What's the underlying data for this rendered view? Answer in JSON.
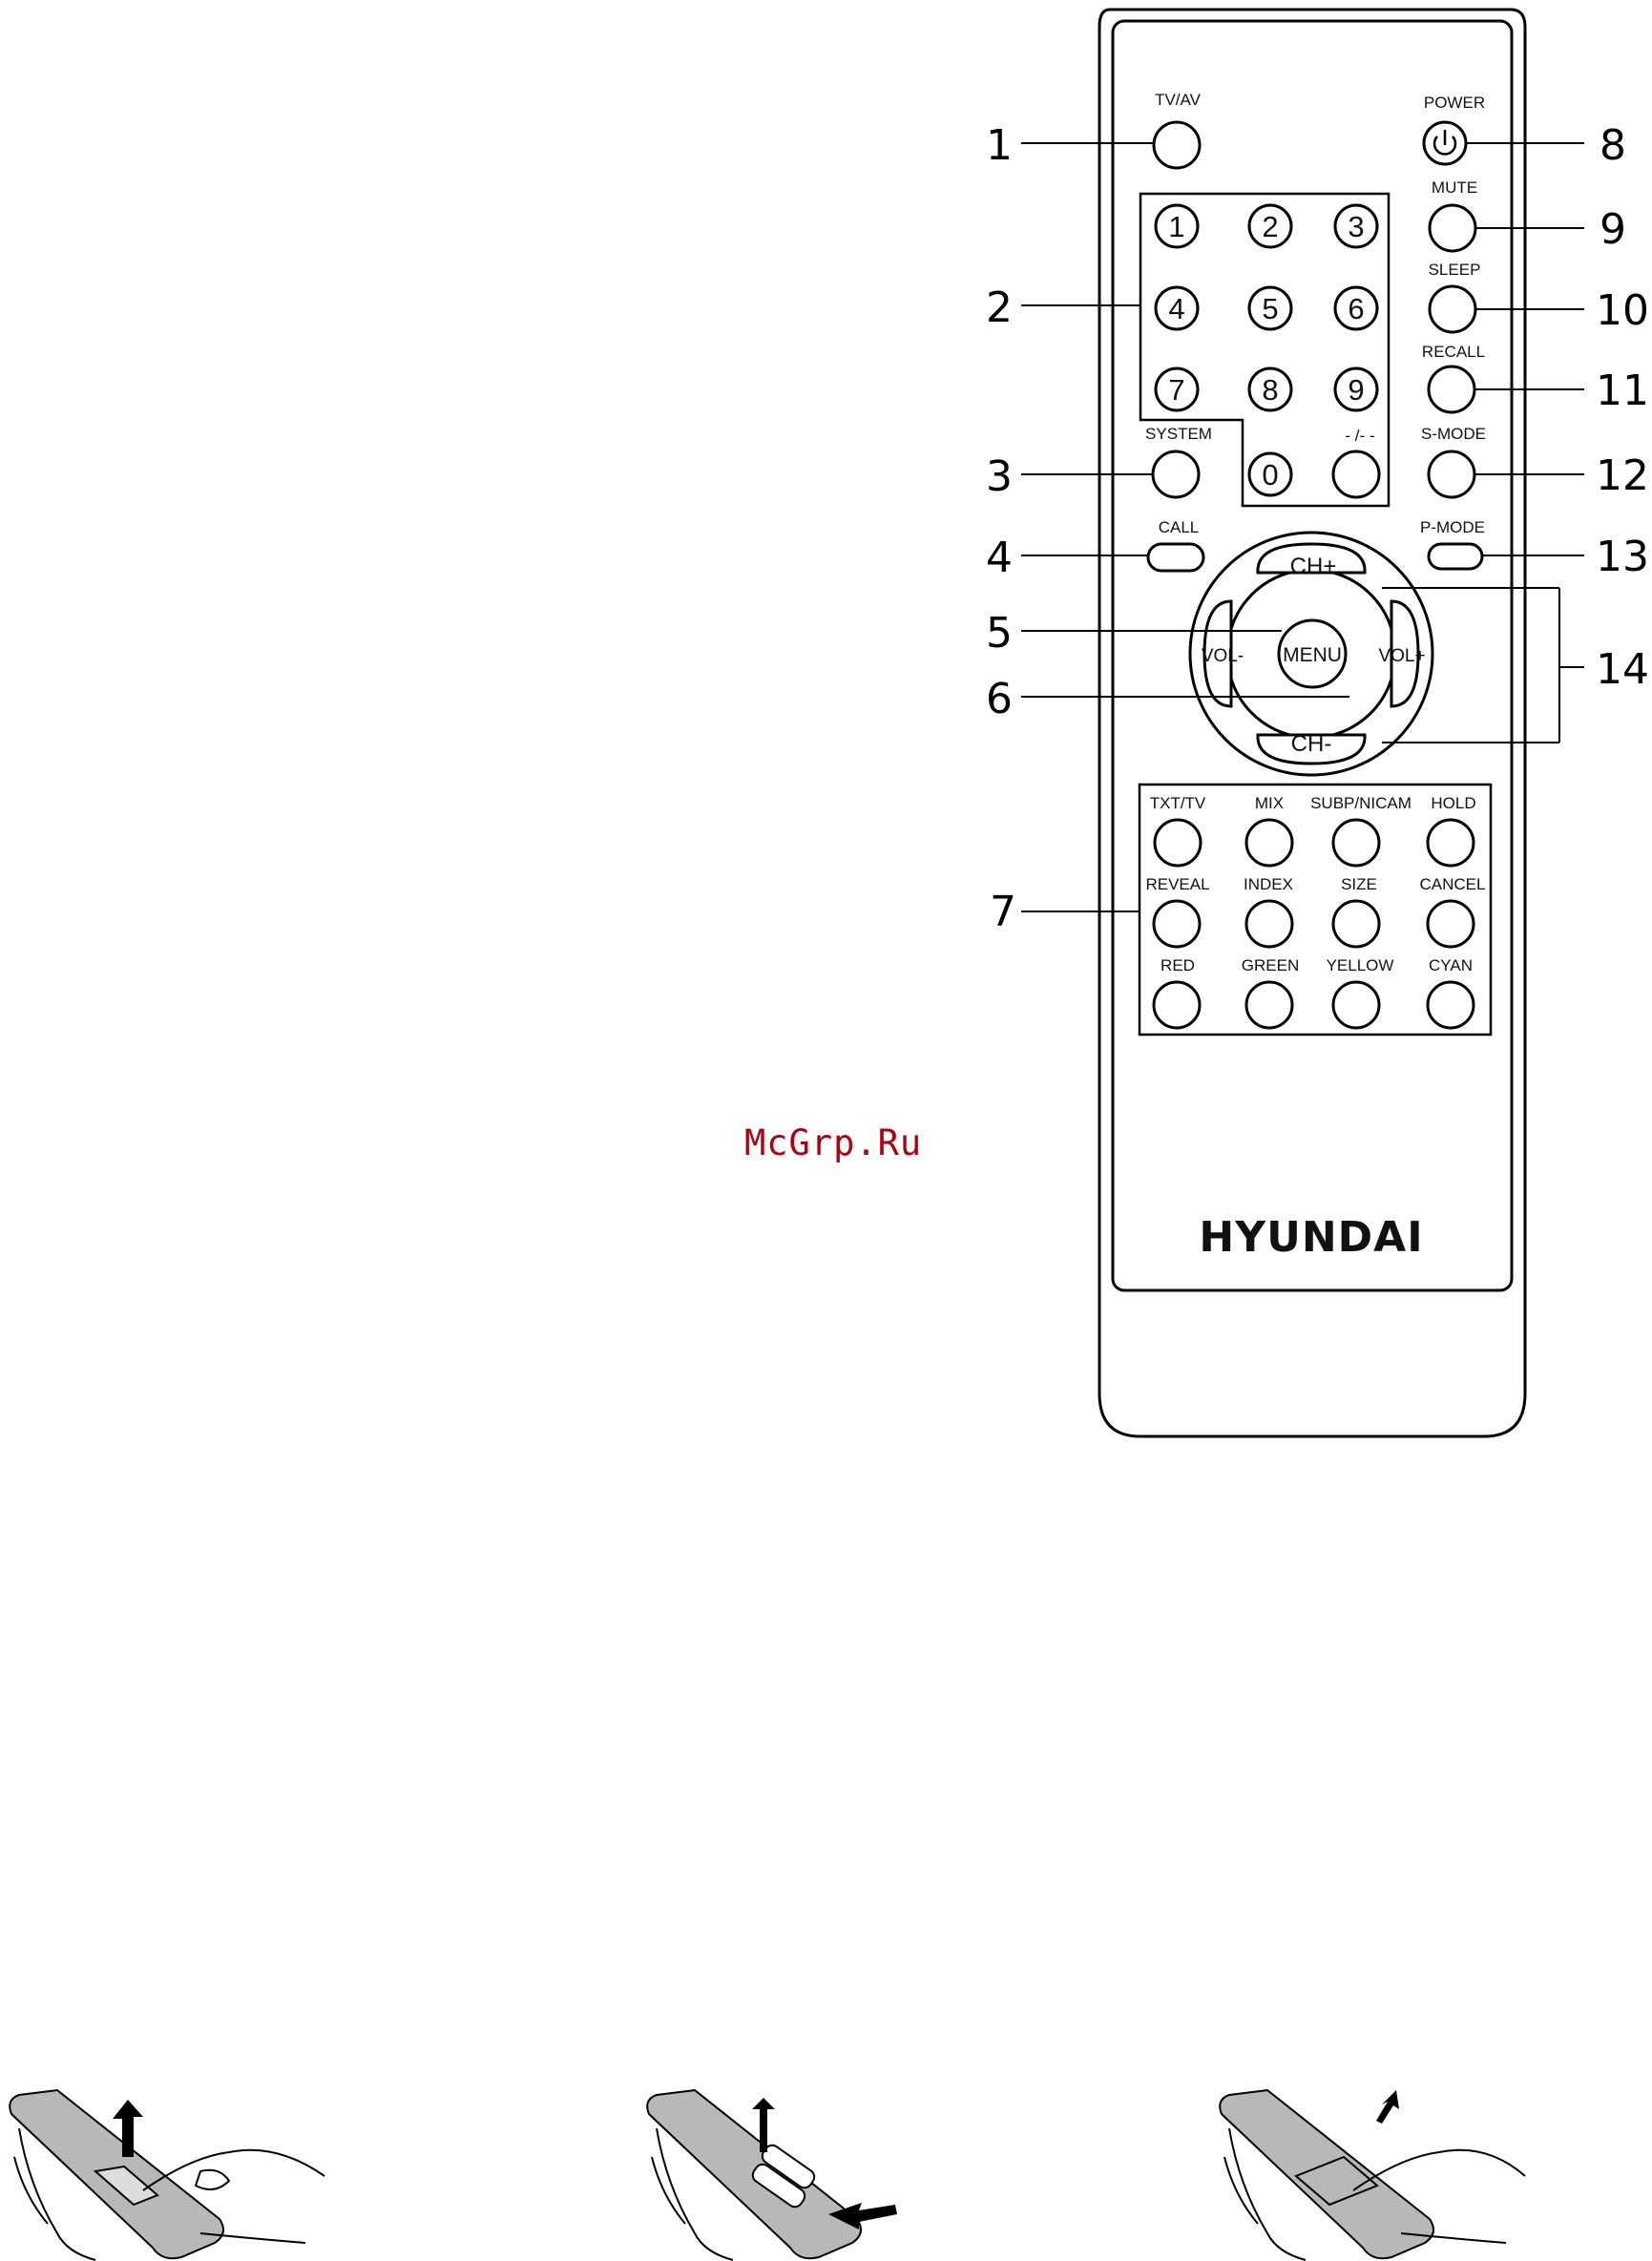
{
  "remote": {
    "buttons": {
      "tv_av": "TV/AV",
      "power": "POWER",
      "mute": "MUTE",
      "sleep": "SLEEP",
      "recall": "RECALL",
      "s_mode": "S-MODE",
      "p_mode": "P-MODE",
      "system": "SYSTEM",
      "call": "CALL",
      "dash": "- /- -",
      "digits": [
        "1",
        "2",
        "3",
        "4",
        "5",
        "6",
        "7",
        "8",
        "9",
        "0"
      ],
      "ch_plus": "CH+",
      "ch_minus": "CH-",
      "vol_minus": "VOL-",
      "vol_plus": "VOL+",
      "menu": "MENU",
      "teletext": [
        "TXT/TV",
        "MIX",
        "SUBP/NICAM",
        "HOLD",
        "REVEAL",
        "INDEX",
        "SIZE",
        "CANCEL",
        "RED",
        "GREEN",
        "YELLOW",
        "CYAN"
      ]
    },
    "brand": "HYUNDAI"
  },
  "callouts": [
    "1",
    "2",
    "3",
    "4",
    "5",
    "6",
    "7",
    "8",
    "9",
    "10",
    "11",
    "12",
    "13",
    "14"
  ],
  "watermark": "McGrp.Ru",
  "colors": {
    "watermark": "#b00012",
    "line": "#000000",
    "remote_fill": "#ffffff",
    "remote_illustration": "#b8b8b8"
  }
}
